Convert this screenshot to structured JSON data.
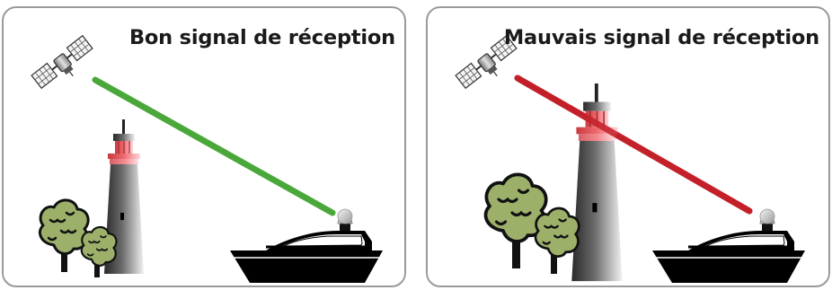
{
  "panels": [
    {
      "title": "Bon signal de réception",
      "signal_color": "#4aa83a",
      "status": "good"
    },
    {
      "title": "Mauvais signal de réception",
      "signal_color": "#c4202a",
      "status": "bad"
    }
  ],
  "icons": [
    "satellite-icon",
    "lighthouse-icon",
    "tree-icon",
    "boat-icon",
    "antenna-icon"
  ],
  "colors": {
    "border": "#9a9a9a",
    "tree_fill": "#9cb06a",
    "lamp_red": "#e8555c",
    "boat": "#000000"
  }
}
